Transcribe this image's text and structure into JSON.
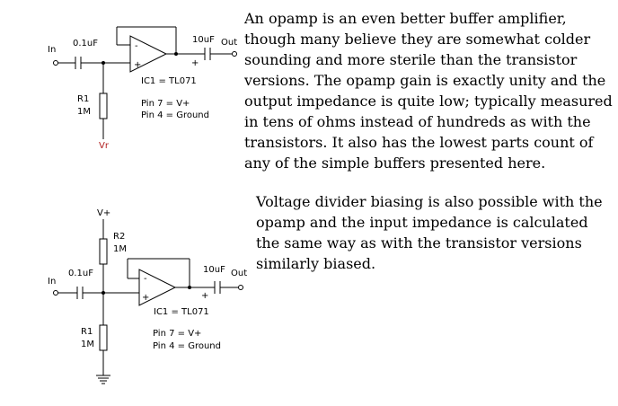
{
  "circuit1": {
    "in_label": "In",
    "cap_in": "0.1uF",
    "cap_out": "10uF",
    "out_label": "Out",
    "r1_name": "R1",
    "r1_value": "1M",
    "vr_label": "Vr",
    "ic_label": "IC1 = TL071",
    "pin7": "Pin 7 = V+",
    "pin4": "Pin 4 = Ground",
    "opamp_minus": "-",
    "opamp_plus": "+",
    "cap_plus": "+"
  },
  "circuit2": {
    "vplus_label": "V+",
    "r2_name": "R2",
    "r2_value": "1M",
    "in_label": "In",
    "cap_in": "0.1uF",
    "cap_out": "10uF",
    "out_label": "Out",
    "r1_name": "R1",
    "r1_value": "1M",
    "ic_label": "IC1 = TL071",
    "pin7": "Pin 7 = V+",
    "pin4": "Pin 4 = Ground",
    "opamp_minus": "-",
    "opamp_plus": "+",
    "cap_plus": "+"
  },
  "text": {
    "paragraph1": "An opamp is an even better buffer amplifier, though many believe they are somewhat colder sounding and more sterile than the transistor versions. The opamp gain is exactly unity and the output impedance is quite low; typically measured in tens of ohms instead of hundreds as with the transistors. It also has the lowest parts count of any of the simple buffers presented here.",
    "paragraph2": "Voltage divider biasing is also possible with the opamp and the input impedance is calculated the same way as with the transistor versions similarly biased."
  }
}
